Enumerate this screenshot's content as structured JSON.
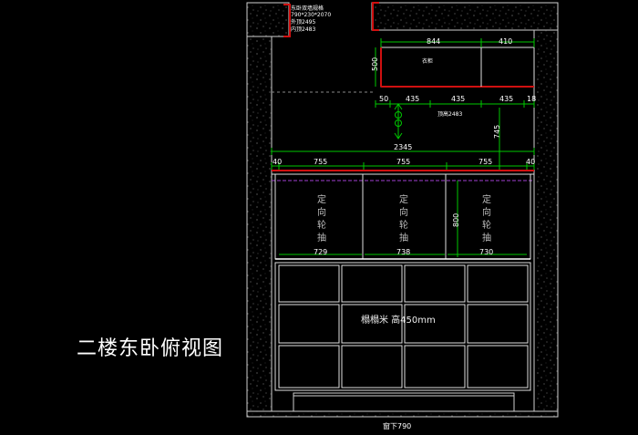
{
  "title": "二楼东卧俯视图",
  "note": {
    "line1": "东卧双墙规格",
    "line2": "790*230*2070",
    "line3": "外顶2495",
    "line4": "内顶2483"
  },
  "wardrobe_label": "衣柜",
  "ceiling_label": "顶高2483",
  "tatami_label": "榻榻米 高450mm",
  "window_label": "窗下790",
  "drawer_label": "定向轮抽",
  "dims": {
    "w844": "844",
    "w410": "410",
    "h500": "500",
    "a50": "50",
    "a435a": "435",
    "a435b": "435",
    "a435c": "435",
    "a18": "18",
    "h745": "745",
    "total2345": "2345",
    "b40a": "40",
    "b755a": "755",
    "b755b": "755",
    "b755c": "755",
    "b40b": "40",
    "h800": "800",
    "d729": "729",
    "d738": "738",
    "d730": "730"
  },
  "colors": {
    "wall_outline": "#cfcfcf",
    "dim_green": "#00c800",
    "red_line": "#d01010",
    "purple_line": "#a040d0"
  }
}
